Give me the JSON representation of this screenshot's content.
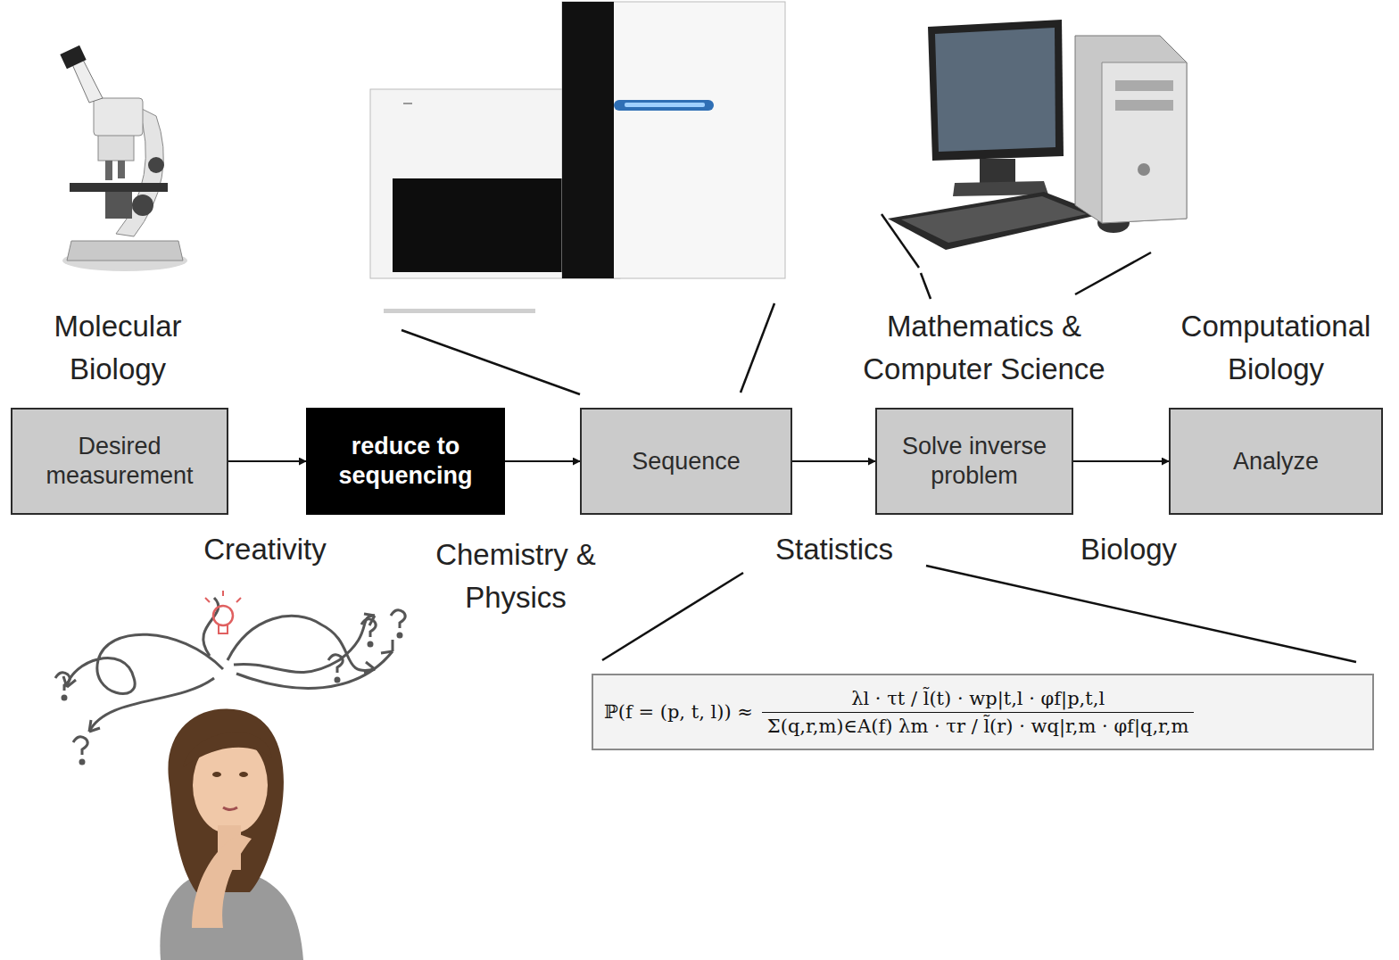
{
  "diagram": {
    "nodes": [
      {
        "text": [
          "Desired measurement"
        ]
      },
      {
        "text": [
          "reduce to sequencing"
        ]
      },
      {
        "text": [
          "Sequence"
        ]
      },
      {
        "text": [
          "Solve inverse problem"
        ]
      },
      {
        "text": [
          "Analyze"
        ]
      },
      {
        "text": [
          "ℙ(f = (p, t, l)) ≈",
          "λl · τt / l̃(t) · wp|t,l · φf|p,t,l",
          "Σ(q,r,m)∈A(f) λm · τr / l̃(r) · wq|r,m · φf|q,r,m"
        ]
      }
    ],
    "edges": [
      {
        "from": 0,
        "to": 1,
        "arrow": "to"
      },
      {
        "from": 1,
        "to": 2,
        "arrow": "to"
      },
      {
        "from": 2,
        "to": 3,
        "arrow": "to"
      },
      {
        "from": 3,
        "to": 4,
        "arrow": "to"
      }
    ],
    "labels": [
      "Molecular Biology",
      "Mathematics & Computer Science",
      "Computational Biology",
      "Creativity",
      "Chemistry & Physics",
      "Statistics",
      "Biology"
    ]
  }
}
